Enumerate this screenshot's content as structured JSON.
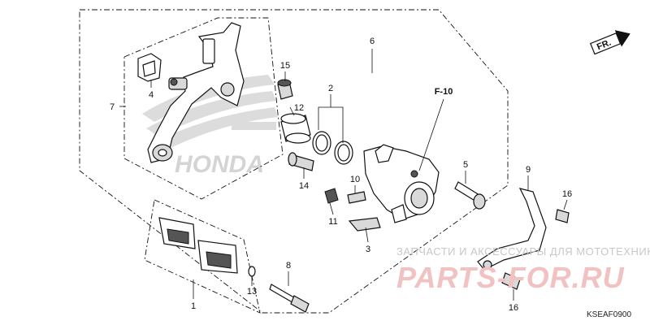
{
  "callouts": {
    "c1": "1",
    "c2": "2",
    "c3": "3",
    "c4": "4",
    "c5": "5",
    "c6": "6",
    "c7": "7",
    "c8": "8",
    "c9": "9",
    "c10": "10",
    "c11": "11",
    "c12": "12",
    "c13": "13",
    "c14": "14",
    "c15": "15",
    "c16a": "16",
    "c16b": "16"
  },
  "reference": "F-10",
  "direction_label": "FR.",
  "watermark": {
    "line1": "ЗАПЧАСТИ И АКСЕССУАРЫ ДЛЯ МОТОТЕХНИКИ",
    "line2": "PARTS-FOR.RU"
  },
  "brand_logo_text": "HONDA",
  "diagram_code": "KSEAF0900",
  "colors": {
    "ink": "#111111",
    "watermark_red": "#f2c2c2",
    "watermark_grey": "#c8c8c8",
    "honda_logo": "#cfcfcf"
  }
}
